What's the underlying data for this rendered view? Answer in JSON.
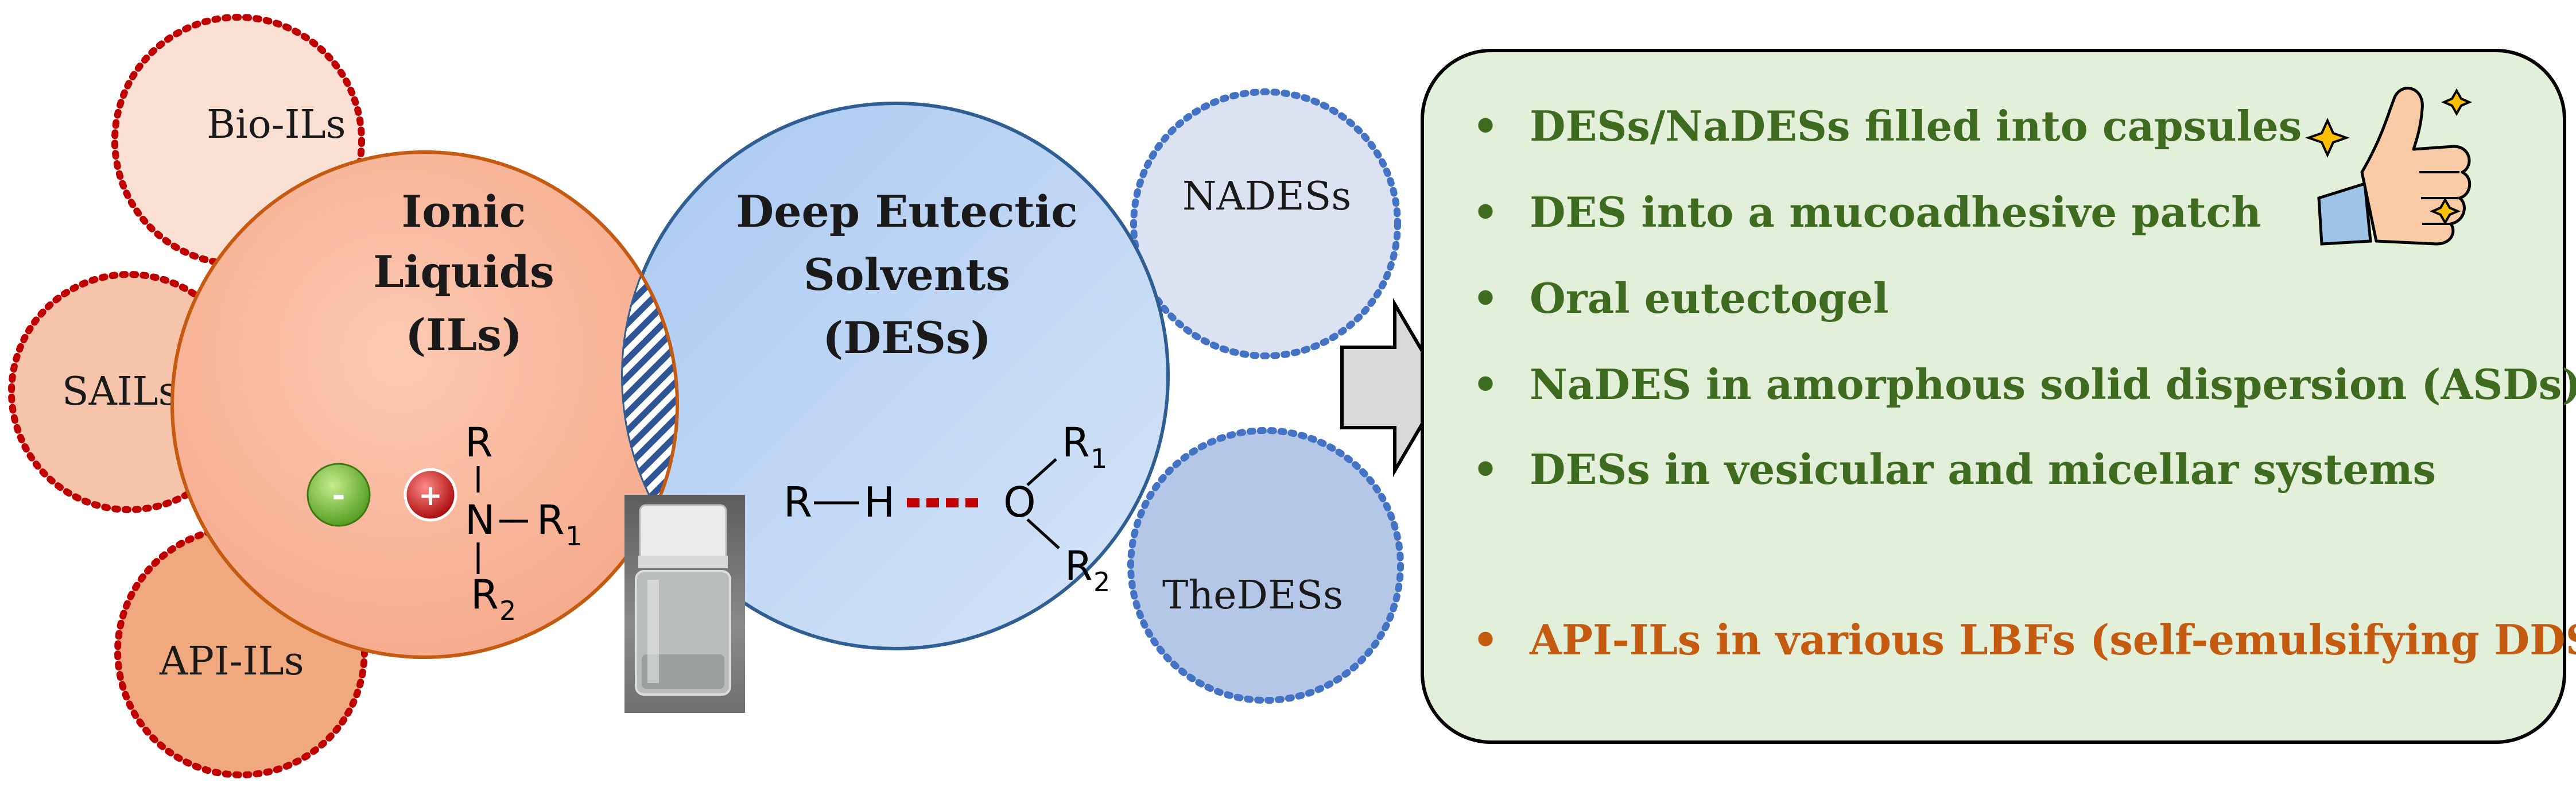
{
  "satellites_ils": [
    {
      "label": "Bio-ILs"
    },
    {
      "label": "SAILs"
    },
    {
      "label": "API-ILs"
    }
  ],
  "satellites_des": [
    {
      "label": "NADESs"
    },
    {
      "label": "TheDESs"
    }
  ],
  "ionic_liquids": {
    "line1": "Ionic",
    "line2": "Liquids",
    "line3": "(ILs)",
    "anion_symbol": "-",
    "cation_symbol": "+",
    "structure": {
      "r_top": "R",
      "n": "N",
      "dash": "—",
      "r1": "R",
      "r1_sub": "1",
      "r2": "R",
      "r2_sub": "2"
    }
  },
  "deep_eutectic_solvents": {
    "line1": "Deep Eutectic",
    "line2": "Solvents",
    "line3": "(DESs)",
    "structure": {
      "r": "R",
      "h": "H",
      "o": "O",
      "r1": "R",
      "r1_sub": "1",
      "r2": "R",
      "r2_sub": "2"
    }
  },
  "applications": {
    "items": [
      {
        "text": "DESs/NaDESs filled into capsules",
        "color": "#3e6b1f"
      },
      {
        "text": "DES into a mucoadhesive patch",
        "color": "#3e6b1f"
      },
      {
        "text": "Oral eutectogel",
        "color": "#3e6b1f"
      },
      {
        "text": "NaDES in amorphous solid dispersion (ASDs)",
        "color": "#3e6b1f"
      },
      {
        "text": "DESs in vesicular and micellar systems",
        "color": "#3e6b1f"
      },
      {
        "text": "API-ILs in various LBFs (self-emulsifying DDSs)",
        "color": "#c55a11"
      }
    ],
    "bullet": "•",
    "icon": "thumbs-up-icon"
  },
  "colors": {
    "il_main": "#f9b49a",
    "des_main": "#b4d0f3",
    "box_fill": "#e2efd9",
    "red_dot": "#c00000",
    "blue_dot": "#4472c4"
  }
}
